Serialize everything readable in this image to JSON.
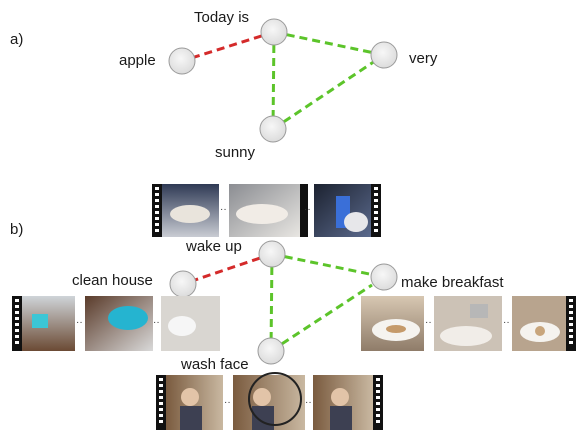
{
  "panels": {
    "a": {
      "label": "a)",
      "nodes": {
        "today": "Today is",
        "apple": "apple",
        "very": "very",
        "sunny": "sunny"
      }
    },
    "b": {
      "label": "b)",
      "nodes": {
        "wake": "wake up",
        "clean": "clean house",
        "breakfast": "make breakfast",
        "wash": "wash face"
      }
    }
  },
  "edges": {
    "a": [
      {
        "from": "today",
        "to": "apple",
        "style": "red-dashed"
      },
      {
        "from": "today",
        "to": "very",
        "style": "green-dashed"
      },
      {
        "from": "today",
        "to": "sunny",
        "style": "green-dashed"
      },
      {
        "from": "sunny",
        "to": "very",
        "style": "green-dashed"
      }
    ],
    "b": [
      {
        "from": "wake",
        "to": "clean",
        "style": "red-dashed"
      },
      {
        "from": "wake",
        "to": "breakfast",
        "style": "green-dashed"
      },
      {
        "from": "wake",
        "to": "wash",
        "style": "green-dashed"
      },
      {
        "from": "wash",
        "to": "breakfast",
        "style": "green-dashed"
      }
    ]
  },
  "filmstrips": {
    "wake": [
      "sleep-frame-1",
      "sleep-frame-2",
      "sleep-frame-3"
    ],
    "clean": [
      "clean-frame-1",
      "clean-frame-2",
      "clean-frame-3"
    ],
    "breakfast": [
      "breakfast-frame-1",
      "breakfast-frame-2",
      "breakfast-frame-3"
    ],
    "wash": [
      "wash-frame-1",
      "wash-frame-2",
      "wash-frame-3"
    ]
  },
  "colors": {
    "negative_edge": "#d42a2a",
    "positive_edge": "#5cc42a",
    "node_fill": "#e6e6e6",
    "node_stroke": "#9a9a9a",
    "film": "#111111"
  }
}
